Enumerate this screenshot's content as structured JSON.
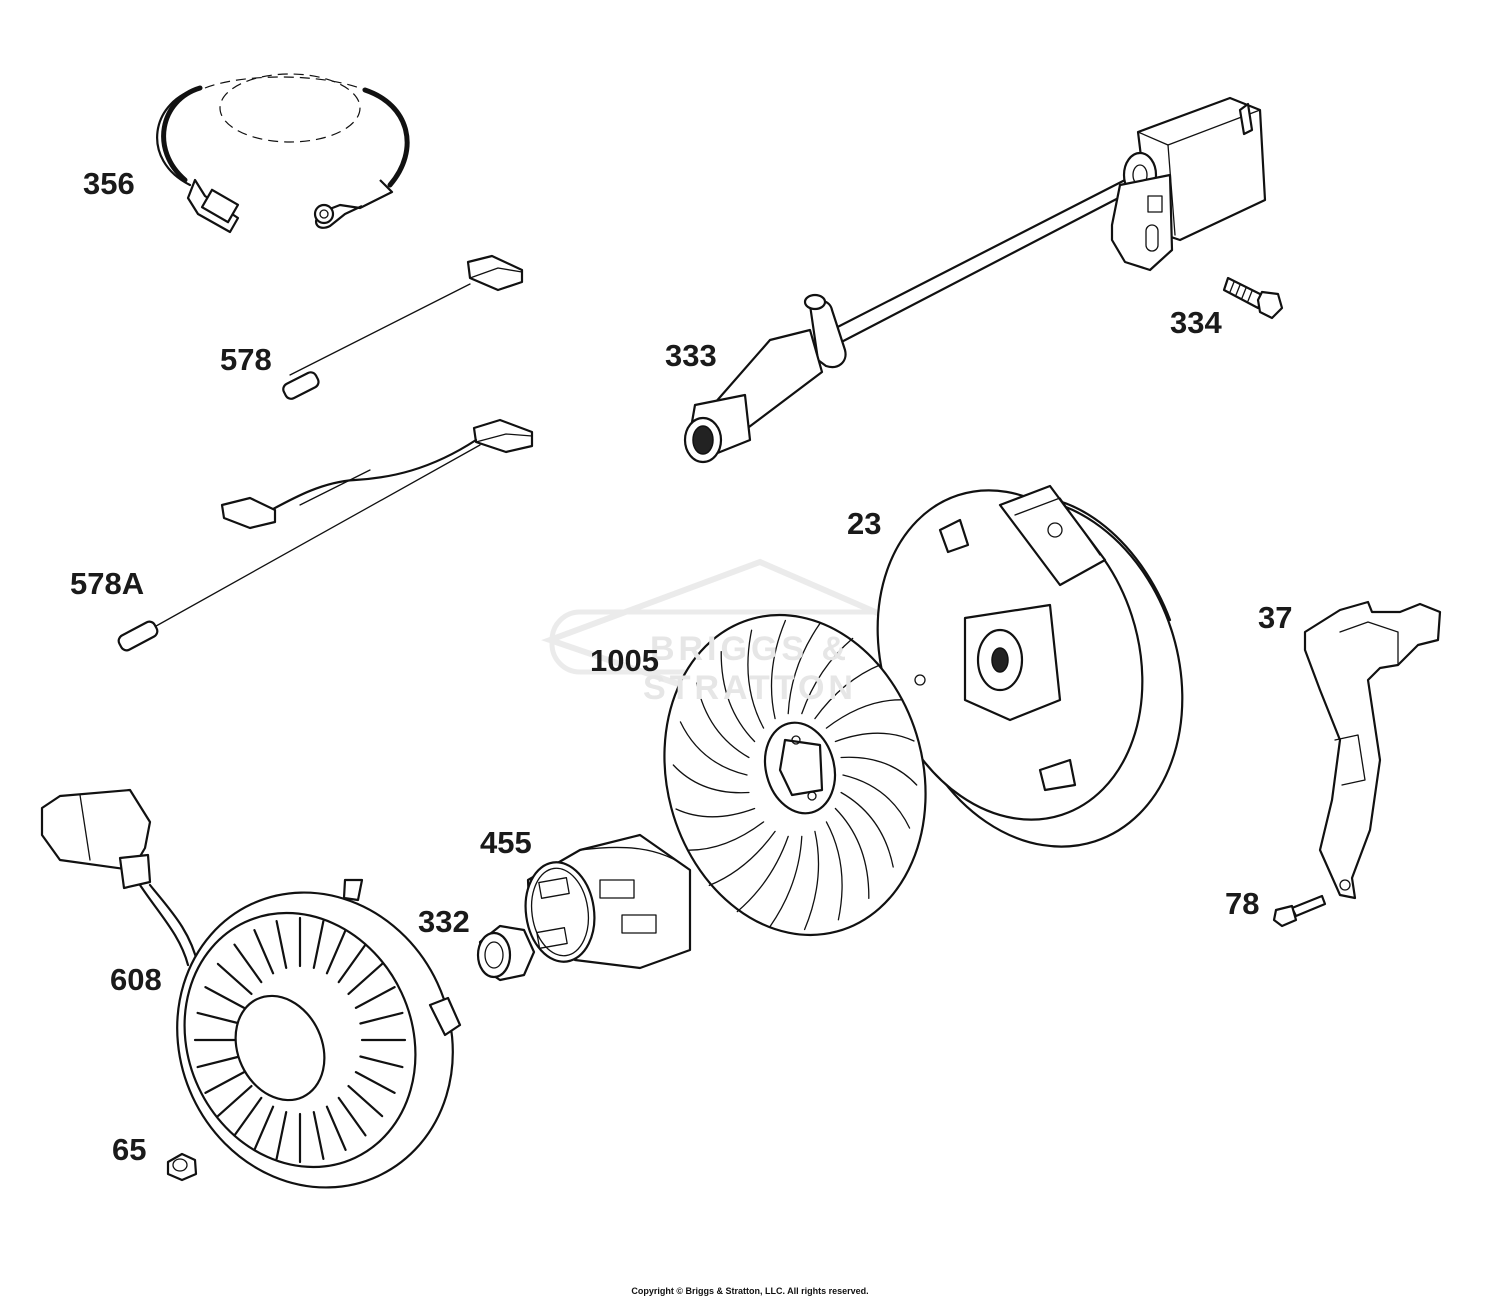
{
  "watermark": "BRIGGS & STRATTON",
  "labels": {
    "p356": "356",
    "p578": "578",
    "p578a": "578A",
    "p333": "333",
    "p334": "334",
    "p23": "23",
    "p1005": "1005",
    "p37": "37",
    "p455": "455",
    "p332": "332",
    "p608": "608",
    "p78": "78",
    "p65": "65"
  },
  "copyright": "Copyright © Briggs & Stratton, LLC. All rights reserved."
}
